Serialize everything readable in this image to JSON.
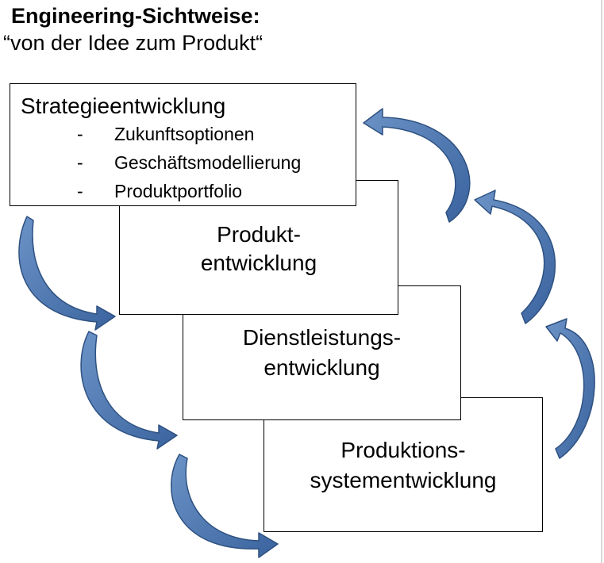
{
  "header": {
    "title": "Engineering-Sichtweise:",
    "subtitle": "“von der Idee zum Produkt“"
  },
  "boxes": {
    "strategy": {
      "heading": "Strategieentwicklung",
      "bullet": "-",
      "items": [
        "Zukunftsoptionen",
        "Geschäftsmodellierung",
        "Produktportfolio"
      ]
    },
    "product": {
      "line1": "Produkt-",
      "line2": "entwicklung"
    },
    "service": {
      "line1": "Dienstleistungs-",
      "line2": "entwicklung"
    },
    "production": {
      "line1": "Produktions-",
      "line2": "systementwicklung"
    }
  },
  "colors": {
    "arrow_fill": "#4a76b0",
    "arrow_light": "#6c93c7",
    "arrow_stroke": "#2e5181",
    "box_border": "#000000"
  },
  "arrows": {
    "left_side": [
      "forward-arrow-1",
      "forward-arrow-2",
      "forward-arrow-3"
    ],
    "right_side": [
      "back-arrow-1",
      "back-arrow-2",
      "back-arrow-3"
    ]
  }
}
